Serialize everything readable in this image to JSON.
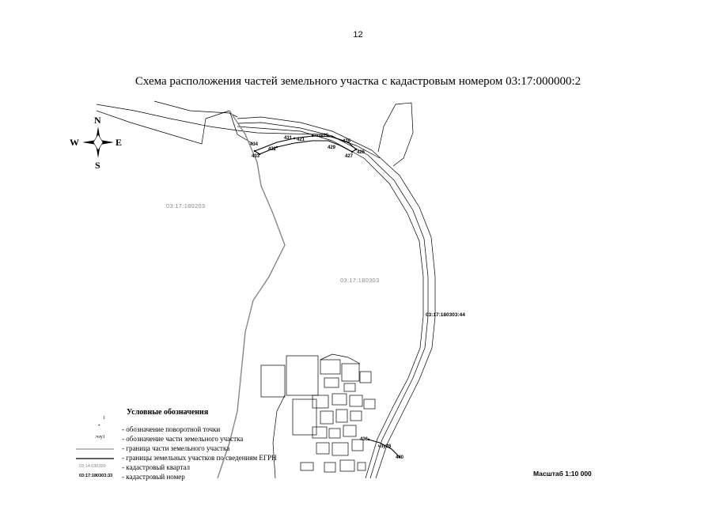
{
  "page": {
    "number": "12",
    "title": "Схема расположения частей земельного участка с кадастровым номером 03:17:000000:2"
  },
  "compass": {
    "north": "N",
    "south": "S",
    "east": "E",
    "west": "W"
  },
  "quarters": [
    {
      "id": "q1",
      "label": "03:17:180203"
    },
    {
      "id": "q2",
      "label": "03:17:180303"
    }
  ],
  "parcel_label": "03:17:180303:44",
  "part_labels": {
    "top": "чзу25",
    "bottom": "чзу26"
  },
  "points": {
    "p431": "431",
    "p421": "421",
    "p434": "434",
    "p432": "432",
    "p433": "433",
    "p425": "425",
    "p429": "429",
    "p426": "426",
    "p427": "427",
    "p436": "436",
    "p440": "440"
  },
  "legend": {
    "title": "Условные обозначения",
    "items": [
      {
        "sample": "1",
        "text": "- обозначение поворотной точки"
      },
      {
        "sample": ":чзу1",
        "text": "- обозначение части земельного участка"
      },
      {
        "sample": "",
        "text": "- граница части земельного участка"
      },
      {
        "sample": "",
        "text": "- границы земельных участков по сведениям ЕГРН"
      },
      {
        "sample": "03:14:030399",
        "text": "- кадастровый квартал"
      },
      {
        "sample": "03:17:180303:33",
        "text": "- кадастровый номер"
      }
    ]
  },
  "scale": "Масштаб 1:10 000"
}
